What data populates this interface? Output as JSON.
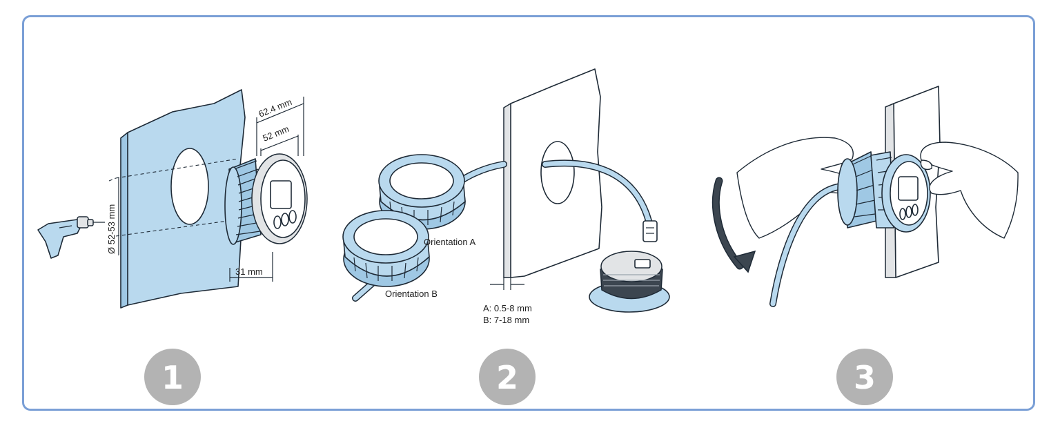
{
  "steps": [
    {
      "number": "1",
      "labels": {
        "width_outer": "62.4 mm",
        "width_inner": "52 mm",
        "hole_diameter": "Ø 52-53 mm",
        "depth": "31 mm"
      }
    },
    {
      "number": "2",
      "labels": {
        "orientation_a": "Orientation A",
        "orientation_b": "Orientation B",
        "thickness_a": "A: 0.5-8 mm",
        "thickness_b": "B:  7-18 mm"
      }
    },
    {
      "number": "3",
      "labels": {}
    }
  ],
  "colors": {
    "frame_border": "#7a9fd6",
    "panel_blue": "#b9d9ee",
    "step_circle": "#b3b3b3"
  },
  "icons": [
    "drill-icon",
    "rotate-arrow-icon"
  ]
}
